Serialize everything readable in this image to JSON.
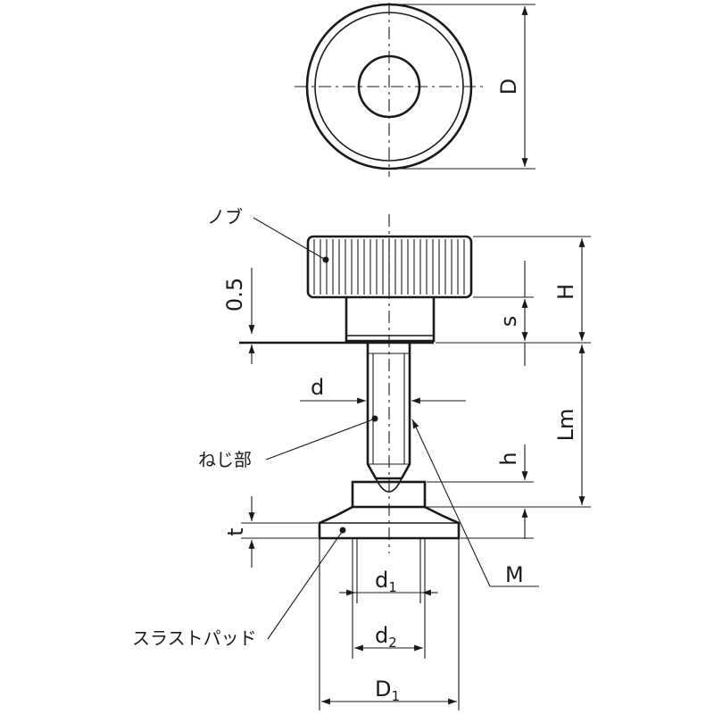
{
  "labels": {
    "knob": "ノブ",
    "thread_part": "ねじ部",
    "thrust_pad": "スラストパッド",
    "gap": "0.5",
    "D": "D",
    "H": "H",
    "s": "s",
    "Lm": "Lm",
    "h": "h",
    "d": "d",
    "t": "t",
    "M": "M",
    "d1": "d",
    "d1_sub": "1",
    "d2": "d",
    "d2_sub": "2",
    "D1": "D",
    "D1_sub": "1"
  }
}
